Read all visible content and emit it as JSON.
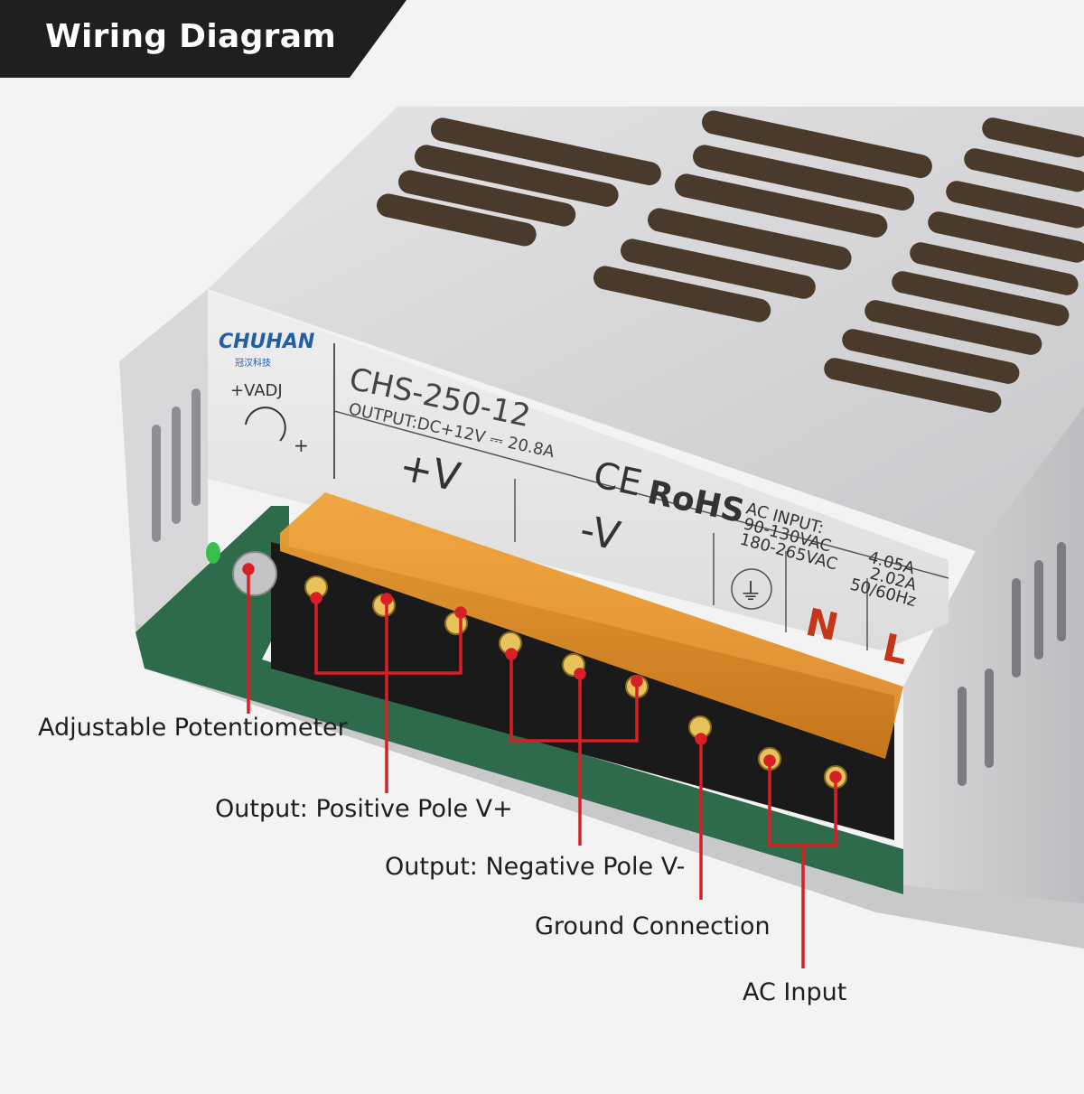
{
  "title": "Wiring Diagram",
  "psu_label": {
    "brand": "CHUHAN",
    "brand_sub": "冠汉科技",
    "adjust": "+VADJ",
    "adjust_plus": "+",
    "model": "CHS-250-12",
    "output": "OUTPUT:DC+12V ⎓ 20.8A",
    "ce": "CE",
    "rohs": "RoHS",
    "ac_input": "AC INPUT:",
    "ac_line1": "90-130VAC",
    "ac_line1_amp": "4.05A",
    "ac_line2": "180-265VAC",
    "ac_line2_amp": "2.02A",
    "freq": "50/60Hz",
    "terminal_pos": "+V",
    "terminal_neg": "-V",
    "terminal_ground": "⏚",
    "terminal_n": "N",
    "terminal_l": "L"
  },
  "callouts": {
    "potentiometer": "Adjustable Potentiometer",
    "positive": "Output: Positive Pole V+",
    "negative": "Output: Negative Pole V-",
    "ground": "Ground Connection",
    "ac_input": "AC Input"
  },
  "colors": {
    "leader_line": "#d81f26",
    "banner": "#1f1f1f"
  }
}
